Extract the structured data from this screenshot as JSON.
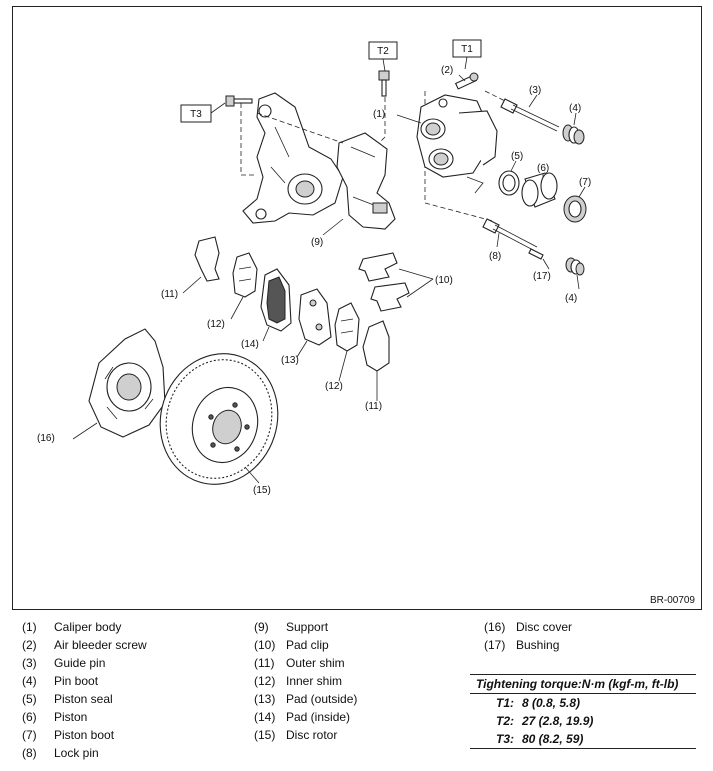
{
  "figure": {
    "id": "BR-00709",
    "callouts": {
      "c1": "(1)",
      "c2": "(2)",
      "c3": "(3)",
      "c4a": "(4)",
      "c4b": "(4)",
      "c5": "(5)",
      "c6": "(6)",
      "c7": "(7)",
      "c8": "(8)",
      "c9": "(9)",
      "c10": "(10)",
      "c11a": "(11)",
      "c11b": "(11)",
      "c12a": "(12)",
      "c12b": "(12)",
      "c13": "(13)",
      "c14": "(14)",
      "c15": "(15)",
      "c16": "(16)",
      "c17": "(17)"
    },
    "torque_tags": {
      "t1": "T1",
      "t2": "T2",
      "t3": "T3"
    }
  },
  "legend": {
    "col1": [
      {
        "num": "(1)",
        "label": "Caliper body"
      },
      {
        "num": "(2)",
        "label": "Air bleeder screw"
      },
      {
        "num": "(3)",
        "label": "Guide pin"
      },
      {
        "num": "(4)",
        "label": "Pin boot"
      },
      {
        "num": "(5)",
        "label": "Piston seal"
      },
      {
        "num": "(6)",
        "label": "Piston"
      },
      {
        "num": "(7)",
        "label": "Piston boot"
      },
      {
        "num": "(8)",
        "label": "Lock pin"
      }
    ],
    "col2": [
      {
        "num": "(9)",
        "label": "Support"
      },
      {
        "num": "(10)",
        "label": "Pad clip"
      },
      {
        "num": "(11)",
        "label": "Outer shim"
      },
      {
        "num": "(12)",
        "label": "Inner shim"
      },
      {
        "num": "(13)",
        "label": "Pad (outside)"
      },
      {
        "num": "(14)",
        "label": "Pad (inside)"
      },
      {
        "num": "(15)",
        "label": "Disc rotor"
      }
    ],
    "col3": [
      {
        "num": "(16)",
        "label": "Disc cover"
      },
      {
        "num": "(17)",
        "label": "Bushing"
      }
    ]
  },
  "torque": {
    "heading": "Tightening torque:N·m (kgf-m, ft-lb)",
    "rows": [
      {
        "name": "T1:",
        "value": "8 (0.8, 5.8)"
      },
      {
        "name": "T2:",
        "value": "27 (2.8, 19.9)"
      },
      {
        "name": "T3:",
        "value": "80 (8.2, 59)"
      }
    ]
  }
}
